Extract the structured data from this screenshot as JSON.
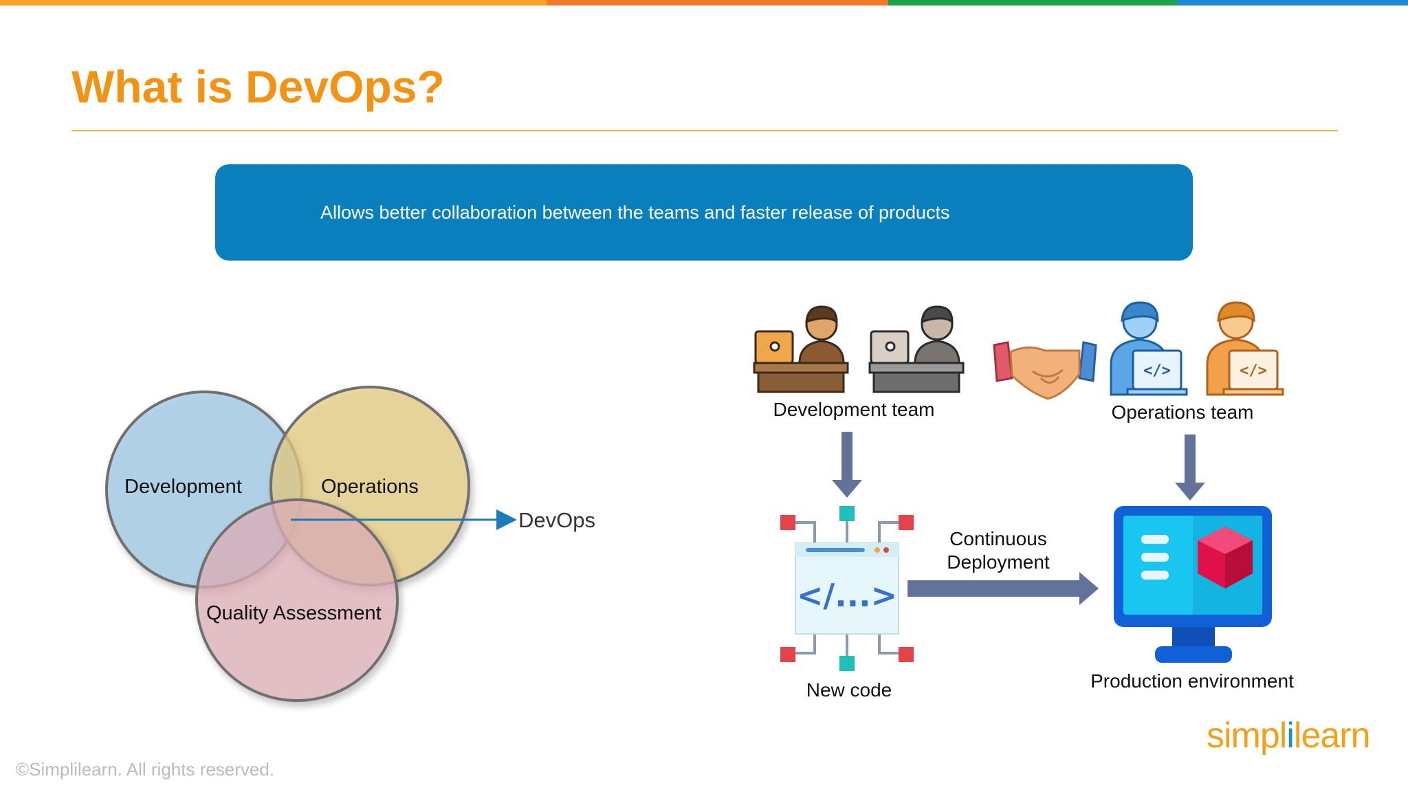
{
  "slide": {
    "title": "What is DevOps?",
    "banner_text": "Allows better collaboration between the teams and faster release of products",
    "copyright": "©Simplilearn. All rights reserved.",
    "brand": {
      "part1": "simpl",
      "part2": "i",
      "part3": "learn"
    }
  },
  "venn": {
    "circles": [
      {
        "label": "Development",
        "fill": "#9ec9e6"
      },
      {
        "label": "Operations",
        "fill": "#e6cd82"
      },
      {
        "label": "Quality Assessment",
        "fill": "#e0b1ba"
      }
    ],
    "pointer_label": "DevOps"
  },
  "flow": {
    "dev_team": "Development team",
    "ops_team": "Operations team",
    "new_code": "New code",
    "deploy_line1": "Continuous",
    "deploy_line2": "Deployment",
    "production": "Production environment"
  },
  "colors": {
    "title": "#f39314",
    "banner": "#0a7fbd",
    "arrow": "#63729a",
    "pointer": "#1f7ab8",
    "topbar": [
      "#f8a623",
      "#ef7a2c",
      "#1ba34b",
      "#1e8ad6"
    ]
  }
}
